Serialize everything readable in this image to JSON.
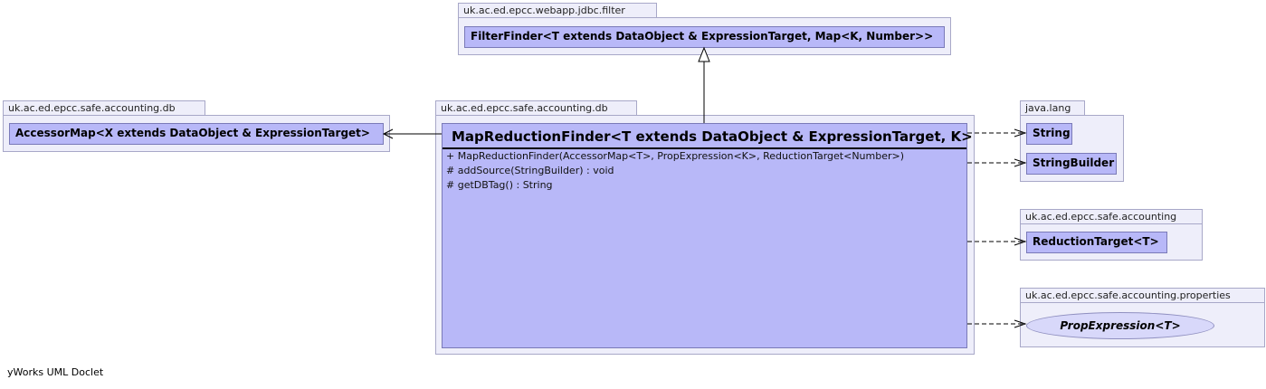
{
  "packages": {
    "filter": {
      "name": "uk.ac.ed.epcc.webapp.jdbc.filter",
      "class": "FilterFinder<T extends DataObject & ExpressionTarget, Map<K, Number>>"
    },
    "db_left": {
      "name": "uk.ac.ed.epcc.safe.accounting.db",
      "class": "AccessorMap<X extends DataObject & ExpressionTarget>"
    },
    "db_main": {
      "name": "uk.ac.ed.epcc.safe.accounting.db",
      "class": "MapReductionFinder<T extends DataObject & ExpressionTarget, K>",
      "operations": [
        "+  MapReductionFinder(AccessorMap<T>, PropExpression<K>, ReductionTarget<Number>)",
        "#  addSource(StringBuilder) : void",
        "#  getDBTag() : String"
      ]
    },
    "java_lang": {
      "name": "java.lang",
      "classes": [
        "String",
        "StringBuilder"
      ]
    },
    "accounting": {
      "name": "uk.ac.ed.epcc.safe.accounting",
      "class": "ReductionTarget<T>"
    },
    "properties": {
      "name": "uk.ac.ed.epcc.safe.accounting.properties",
      "interface": "PropExpression<T>"
    }
  },
  "footer": "yWorks UML Doclet"
}
